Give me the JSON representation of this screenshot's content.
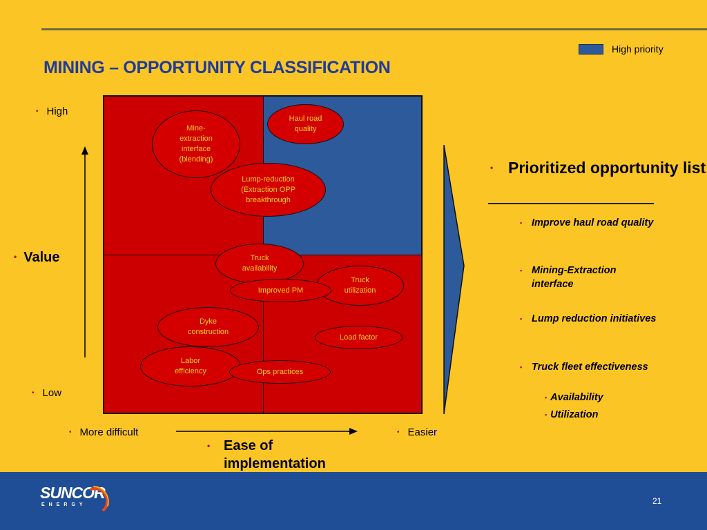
{
  "slide": {
    "title": "MINING – OPPORTUNITY CLASSIFICATION",
    "page_number": "21"
  },
  "legend": {
    "label": "High priority",
    "color": "#2C5A9A"
  },
  "bullet_glyph": "•",
  "axes": {
    "y_high": "High",
    "y_low": "Low",
    "y_title": "Value",
    "x_left": "More difficult",
    "x_right": "Easier",
    "x_title": "Ease of implementation"
  },
  "matrix": {
    "quadrant_colors": {
      "top_left": "#CC0000",
      "top_right": "#2C5A9A",
      "bottom_left": "#CC0000",
      "bottom_right": "#CC0000"
    },
    "opportunities": {
      "mine_extraction": "Mine-extraction interface (blending)",
      "haul_road": "Haul road quality",
      "lump_reduction": "Lump-reduction (Extraction OPP breakthrough",
      "truck_availability": "Truck availability",
      "improved_pm": "Improved PM",
      "truck_utilization": "Truck utilization",
      "dyke_construction": "Dyke construction",
      "load_factor": "Load factor",
      "labor_efficiency": "Labor efficiency",
      "ops_practices": "Ops practices"
    }
  },
  "prioritized": {
    "heading": "Prioritized opportunity list",
    "items": [
      "Improve haul road quality",
      "Mining-Extraction interface",
      "Lump reduction initiatives",
      "Truck fleet effectiveness"
    ],
    "subitems": [
      "Availability",
      "Utilization"
    ]
  },
  "footer": {
    "logo_name": "SUNCOR",
    "logo_sub": "ENERGY",
    "logo_icon": "sun-ring-icon",
    "background": "#1F4E96"
  }
}
